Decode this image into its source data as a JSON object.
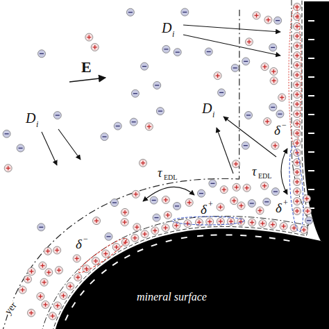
{
  "diagram": {
    "labels": [
      "E",
      "D",
      "i",
      "δ",
      "−",
      "τ",
      "EDL",
      "δ",
      "+",
      "D",
      "i",
      "D",
      "i",
      "τ",
      "EDL",
      "δ",
      "+",
      "δ",
      "−",
      "mineral surface",
      "yer"
    ]
  }
}
